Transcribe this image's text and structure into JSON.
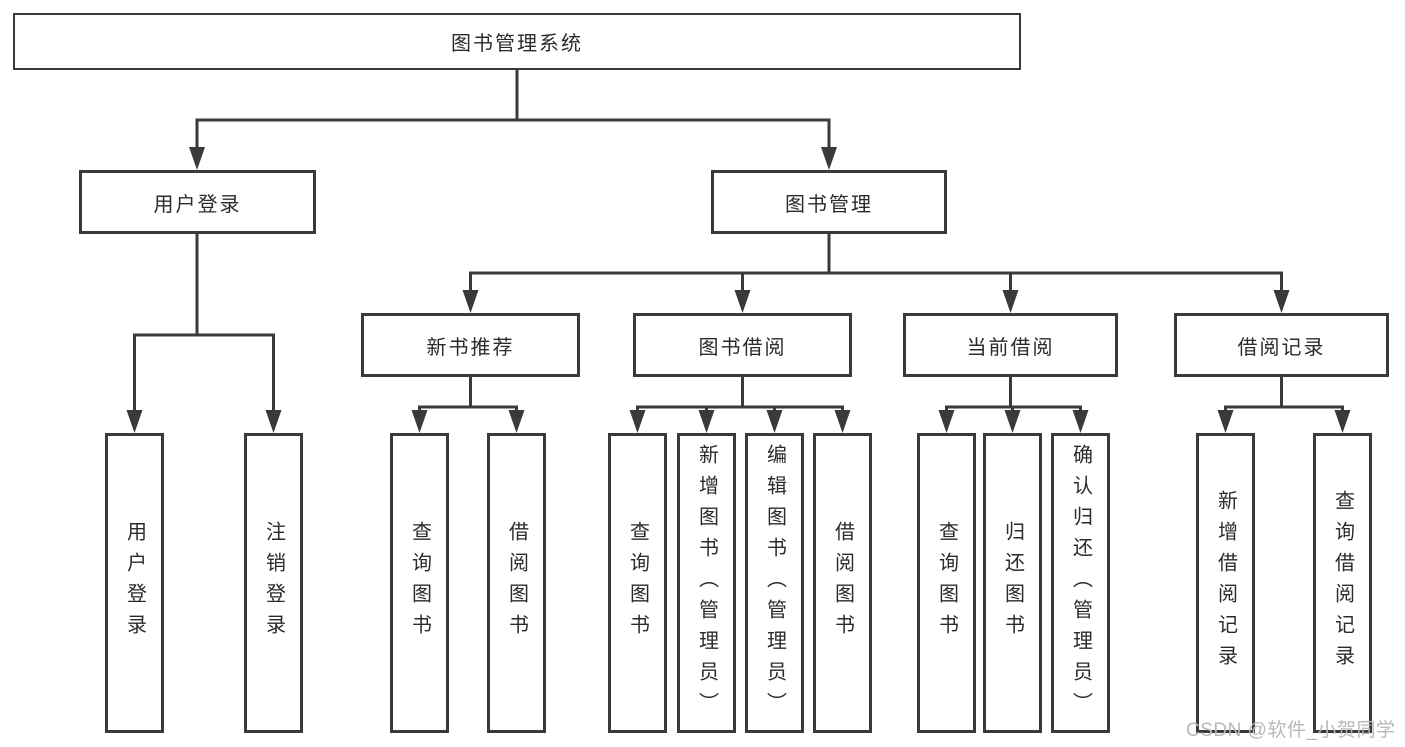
{
  "diagram": {
    "root": "图书管理系统",
    "branches": [
      "用户登录",
      "图书管理"
    ],
    "sections": [
      "新书推荐",
      "图书借阅",
      "当前借阅",
      "借阅记录"
    ],
    "leaves": [
      "用户登录",
      "注销登录",
      "查询图书",
      "借阅图书",
      "查询图书",
      "新增图书（管理员）",
      "编辑图书（管理员）",
      "借阅图书",
      "查询图书",
      "归还图书",
      "确认归还（管理员）",
      "新增借阅记录",
      "查询借阅记录"
    ]
  },
  "watermark": "CSDN @软件_小贺同学",
  "colors": {
    "line": "#3a3a3a",
    "text": "#2b2b2b",
    "background": "#ffffff",
    "watermark": "#b8b8b8"
  }
}
